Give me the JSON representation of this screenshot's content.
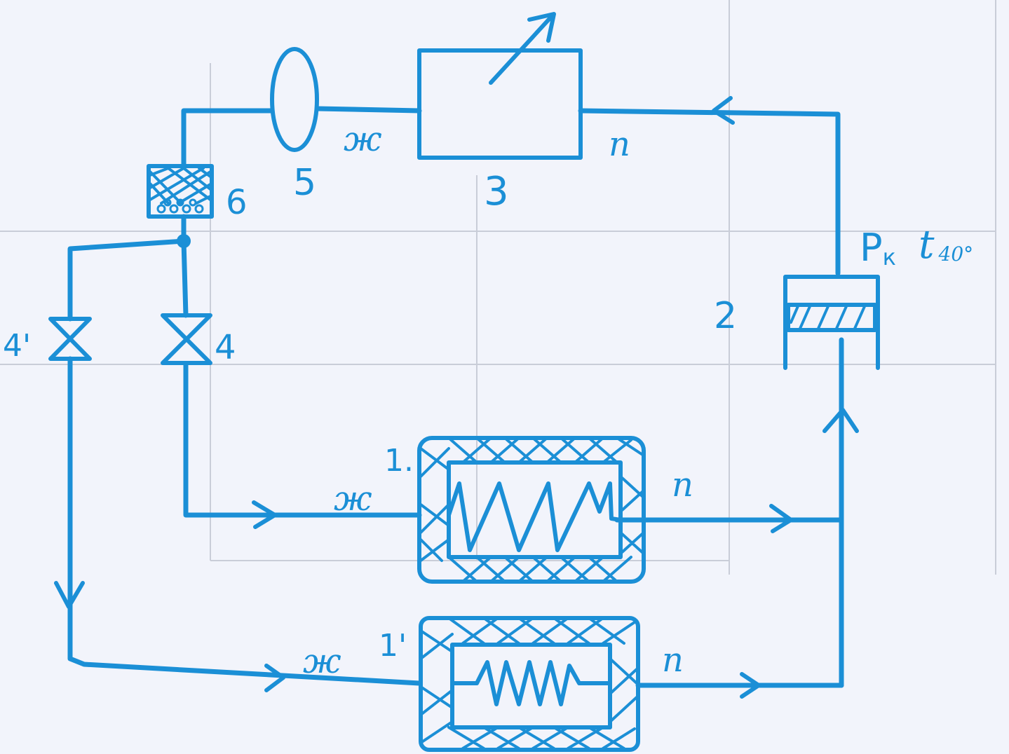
{
  "labels": {
    "n5": "5",
    "n3": "3",
    "n6": "6",
    "n2": "2",
    "n4": "4",
    "n4p": "4'",
    "n1": "1.",
    "n1p": "1'",
    "liquid_top": "ж",
    "vapor_top": "п",
    "liquid_mid": "ж",
    "vapor_mid": "п",
    "liquid_bot": "ж",
    "vapor_bot": "п",
    "pk": "P",
    "pk_sub": "к",
    "t": "t",
    "t_sub": "40°"
  },
  "colors": {
    "ink": "#1b8fd6",
    "paper": "#f2f4fb"
  }
}
